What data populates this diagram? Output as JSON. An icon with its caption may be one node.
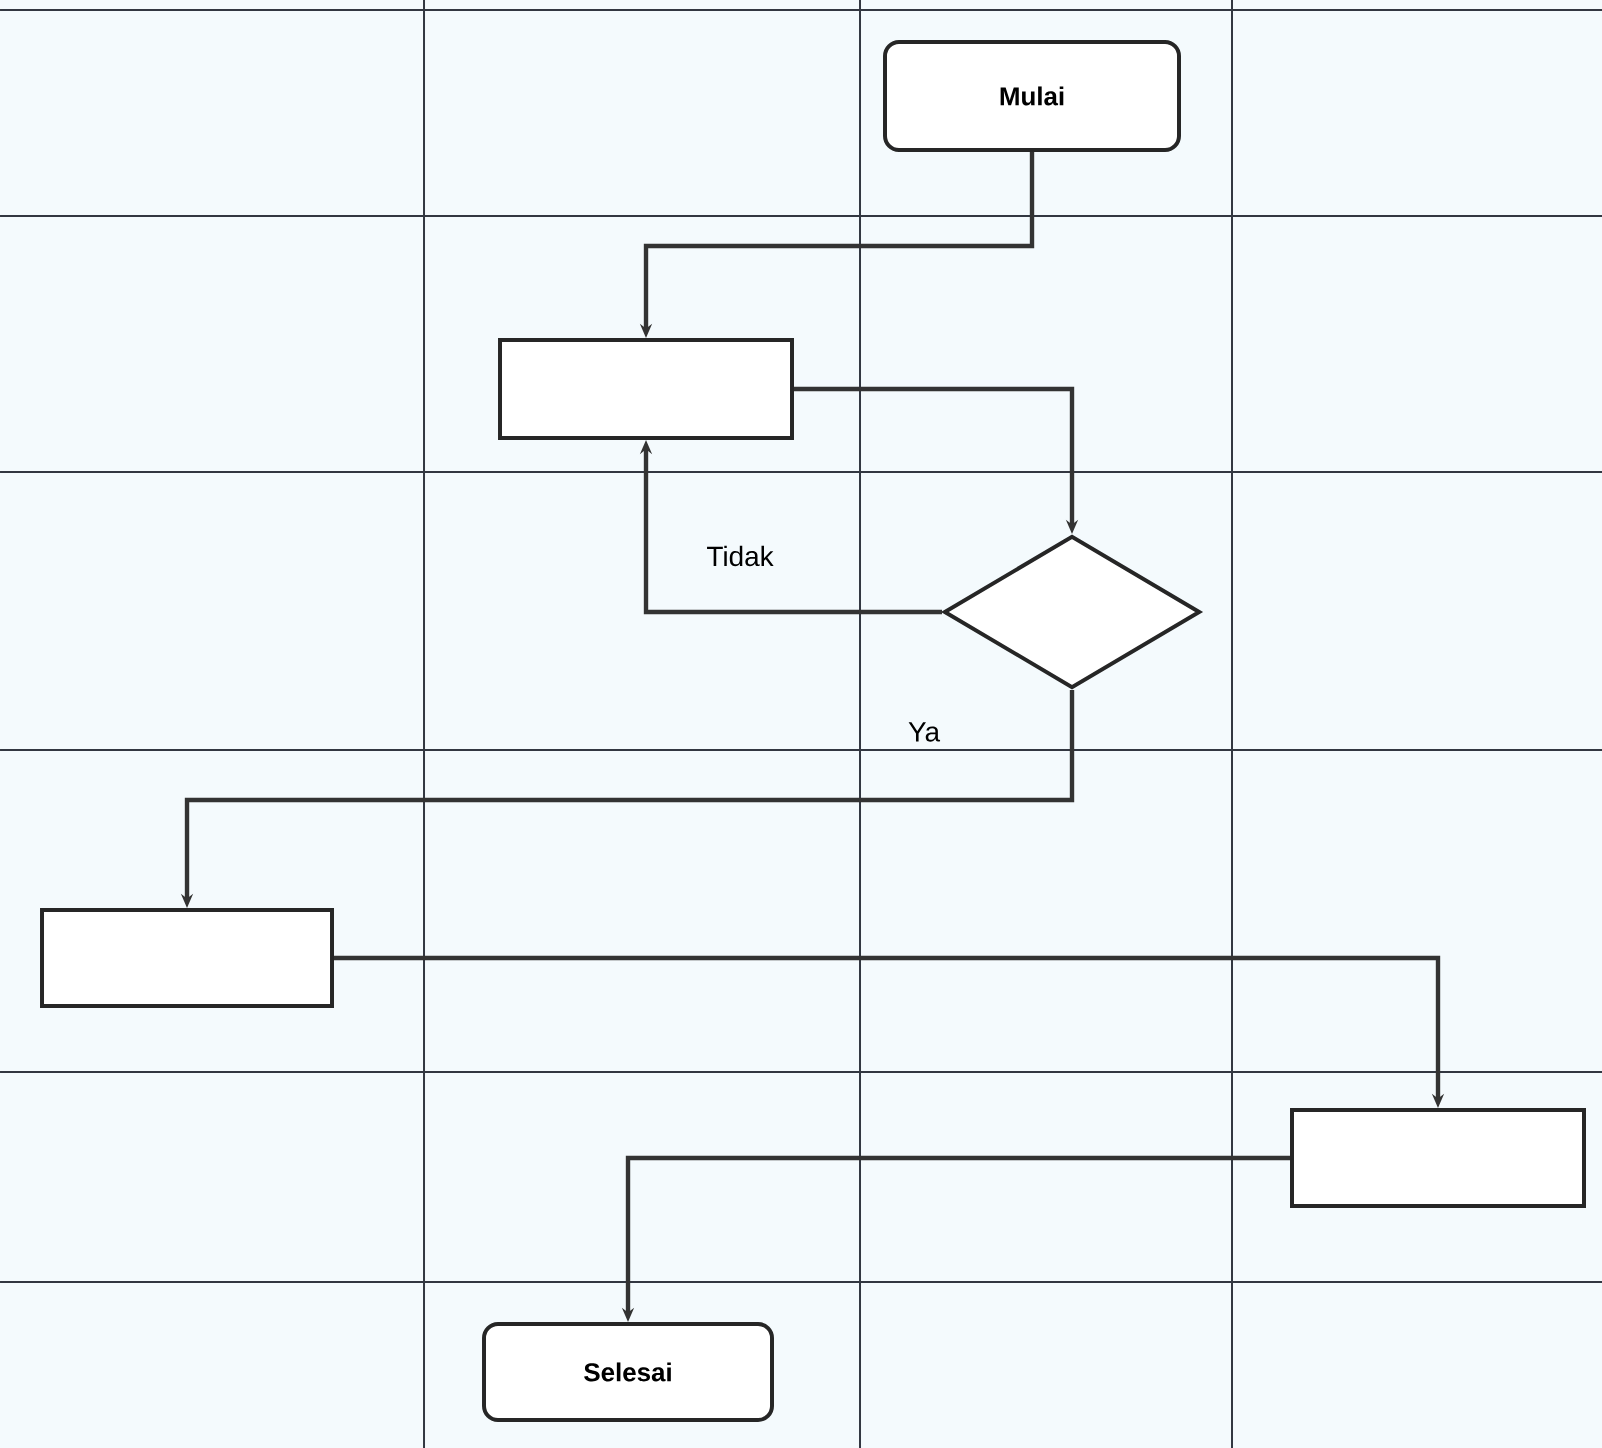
{
  "diagram": {
    "nodes": [
      {
        "text": [
          "Mulai"
        ]
      },
      {
        "text": [],
        "shape": "box"
      },
      {
        "text": [],
        "shape": "diamond"
      },
      {
        "text": [],
        "shape": "box"
      },
      {
        "text": [],
        "shape": "box"
      },
      {
        "text": [
          "Selesai"
        ]
      }
    ],
    "edges": [
      {
        "from": 0,
        "to": 1,
        "arrow": "to"
      },
      {
        "from": 1,
        "to": 2,
        "arrow": "to"
      },
      {
        "from": 2,
        "to": 1,
        "arrow": "to",
        "label": "Tidak"
      },
      {
        "from": 2,
        "to": 3,
        "arrow": "to",
        "label": "Ya"
      },
      {
        "from": 3,
        "to": 4,
        "arrow": "to"
      },
      {
        "from": 4,
        "to": 5,
        "arrow": "to"
      }
    ]
  }
}
